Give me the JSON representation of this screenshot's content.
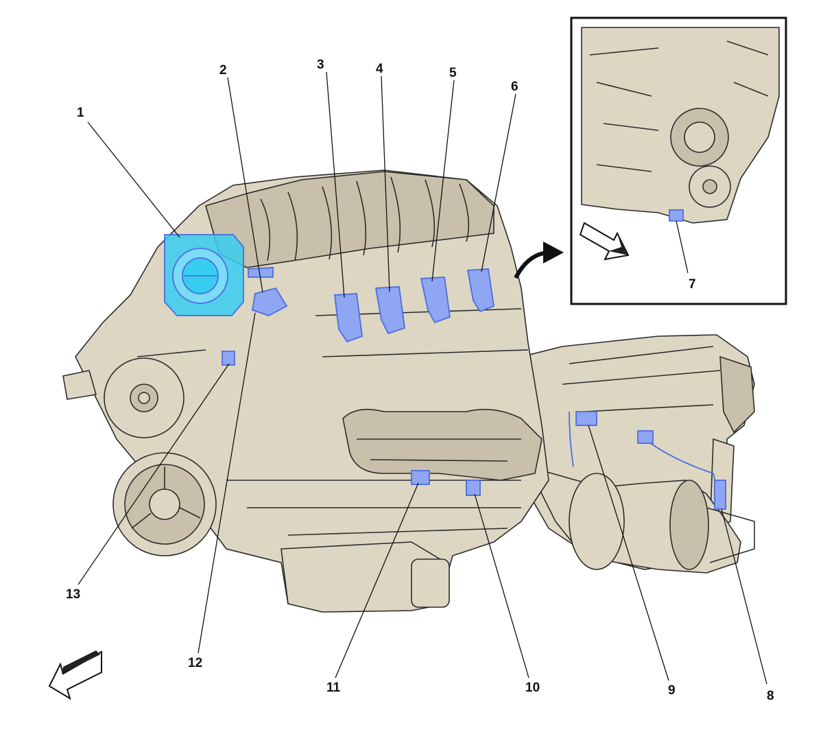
{
  "colors": {
    "engine_fill": "#ddd6c3",
    "engine_shade": "#c8c0aa",
    "outline": "#2b2b2b",
    "highlight_cyan": "#38cdf0",
    "highlight_blue": "#8fa6f2",
    "highlight_stroke": "#4a6de0"
  },
  "callouts": {
    "c1": "1",
    "c2": "2",
    "c3": "3",
    "c4": "4",
    "c5": "5",
    "c6": "6",
    "c7": "7",
    "c8": "8",
    "c9": "9",
    "c10": "10",
    "c11": "11",
    "c12": "12",
    "c13": "13"
  },
  "icons": {
    "front_arrow": "arrow-down-left-icon",
    "detail_arrow": "arrow-down-right-icon",
    "view_arrow": "curved-arrow-icon"
  }
}
